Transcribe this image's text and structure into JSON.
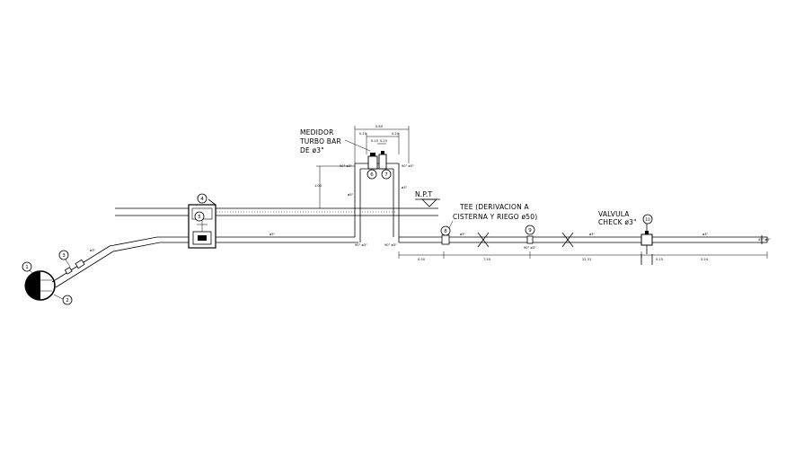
{
  "labels": {
    "meter_line1": "MEDIDOR",
    "meter_line2": "TURBO BAR",
    "meter_line3": "DE ø3\"",
    "npt": "N.P.T",
    "tee_line1": "TEE (DERIVACION A",
    "tee_line2": "CISTERNA Y RIEGO ø50)",
    "valve_line1": "VALVULA",
    "valve_line2": "CHECK ø3\""
  },
  "markers": {
    "m1": "1",
    "m2": "2",
    "m3": "3",
    "m4": "4",
    "m5": "5",
    "m6": "6",
    "m7": "7",
    "m8": "8",
    "m9": "9",
    "m10": "10"
  },
  "dimensions": {
    "top_total": "0.60",
    "top_left": "0.20",
    "top_mid": "0.10",
    "top_right": "0.20",
    "vertical_rise": "1.00",
    "bottom_1": "0.50",
    "bottom_2": "7.50",
    "bottom_3": "22.31",
    "bottom_4": "0.15",
    "bottom_5": "5.24"
  },
  "pipe_notes": {
    "diag": "ø3\"",
    "run1": "ø3\"",
    "elbow1": "90° ø3\"",
    "elbow2": "90° ø3\"",
    "elbow3": "90° ø3\"",
    "elbow4": "90° ø3\"",
    "riser1": "ø3\"",
    "riser2": "ø3\"",
    "run2": "ø3\"",
    "run3": "ø3\"",
    "run4": "ø3\"",
    "tee9": "90° ø3\"",
    "end": "45° ø3\""
  }
}
